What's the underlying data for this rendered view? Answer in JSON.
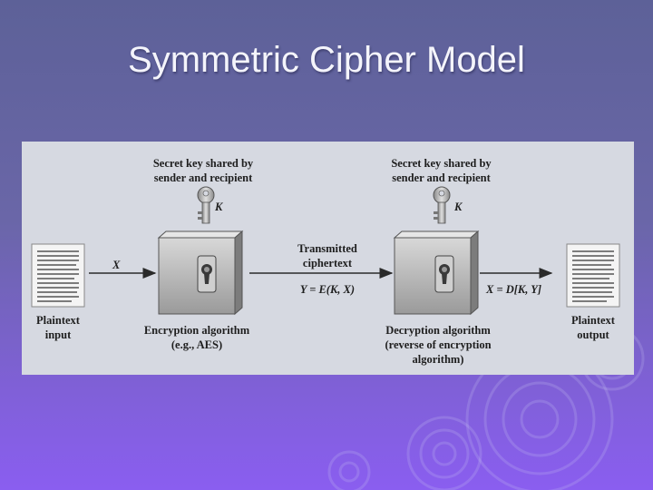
{
  "slide": {
    "title": "Symmetric Cipher Model"
  },
  "diagram": {
    "key_left": {
      "line1": "Secret key shared by",
      "line2": "sender and recipient",
      "symbol": "K"
    },
    "key_right": {
      "line1": "Secret key shared by",
      "line2": "sender and recipient",
      "symbol": "K"
    },
    "plaintext_input": {
      "line1": "Plaintext",
      "line2": "input",
      "var": "X"
    },
    "plaintext_output": {
      "line1": "Plaintext",
      "line2": "output",
      "formula": "X = D[K, Y]"
    },
    "transmitted": {
      "line1": "Transmitted",
      "line2": "ciphertext",
      "formula": "Y = E(K, X)"
    },
    "encryption": {
      "line1": "Encryption algorithm",
      "line2": "(e.g., AES)"
    },
    "decryption": {
      "line1": "Decryption algorithm",
      "line2": "(reverse of encryption",
      "line3": "algorithm)"
    }
  },
  "colors": {
    "figure_bg": "#d6d9e1",
    "slide_top": "#5d6198",
    "slide_bottom": "#8a5ef0"
  },
  "icons": [
    "key-icon",
    "lock-box-icon",
    "document-icon",
    "arrow-icon"
  ]
}
